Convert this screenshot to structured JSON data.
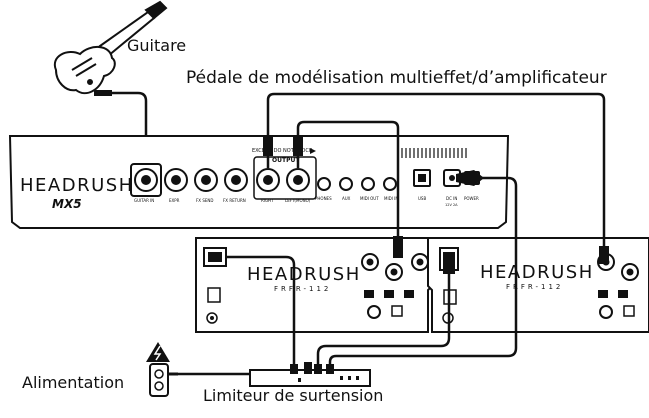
{
  "labels": {
    "guitar": "Guitare",
    "pedal": "Pédale de modélisation multieffet/d’amplificateur",
    "power": "Alimentation",
    "surge": "Limiteur de surtension"
  },
  "mx5": {
    "brand": "HEADRUSH",
    "model": "MX5",
    "warning": "EXCEPT: DO NOT BLOCK",
    "output_group": "OUTPUT",
    "dc_spec": "12V 2A",
    "jacks": [
      "GUITAR IN",
      "EXPR",
      "FX SEND",
      "FX RETURN",
      "RIGHT",
      "LEFT(MONO)",
      "PHONES",
      "AUX",
      "MIDI OUT",
      "MIDI IN",
      "USB",
      "DC IN",
      "POWER"
    ]
  },
  "speaker": {
    "brand": "HEADRUSH",
    "model": "FRFR-112"
  },
  "colors": {
    "device_line": "#111111",
    "cable": "#111111",
    "background": "#ffffff"
  }
}
